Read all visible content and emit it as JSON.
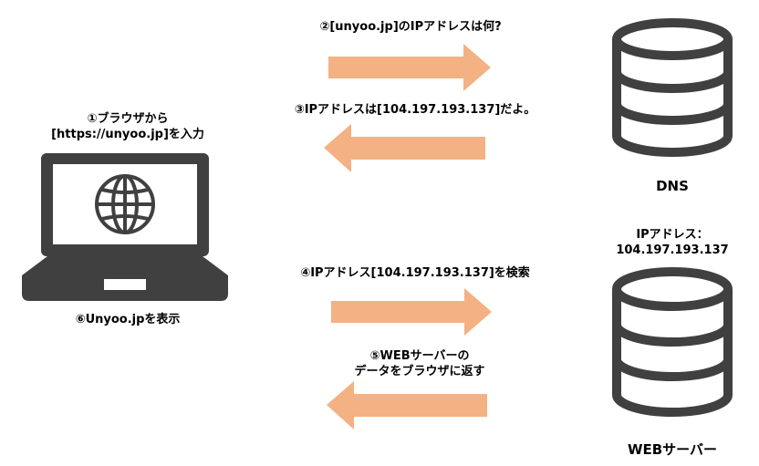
{
  "colors": {
    "arrow": "#f4b183",
    "icon": "#404040",
    "text": "#000000"
  },
  "client": {
    "icon": "laptop-globe-icon",
    "step1_line1": "①ブラウザから",
    "step1_line2": "[https://unyoo.jp]を入力",
    "step6": "⑥Unyoo.jpを表示"
  },
  "dns": {
    "icon": "database-icon",
    "caption": "DNS"
  },
  "web": {
    "icon": "database-icon",
    "ip_line1": "IPアドレス：",
    "ip_line2": "104.197.193.137",
    "caption": "WEBサーバー"
  },
  "steps": {
    "step2": "②[unyoo.jp]のIPアドレスは何?",
    "step3": "③IPアドレスは[104.197.193.137]だよ。",
    "step4": "④IPアドレス[104.197.193.137]を検索",
    "step5_line1": "⑤WEBサーバーの",
    "step5_line2": "データをブラウザに返す"
  }
}
